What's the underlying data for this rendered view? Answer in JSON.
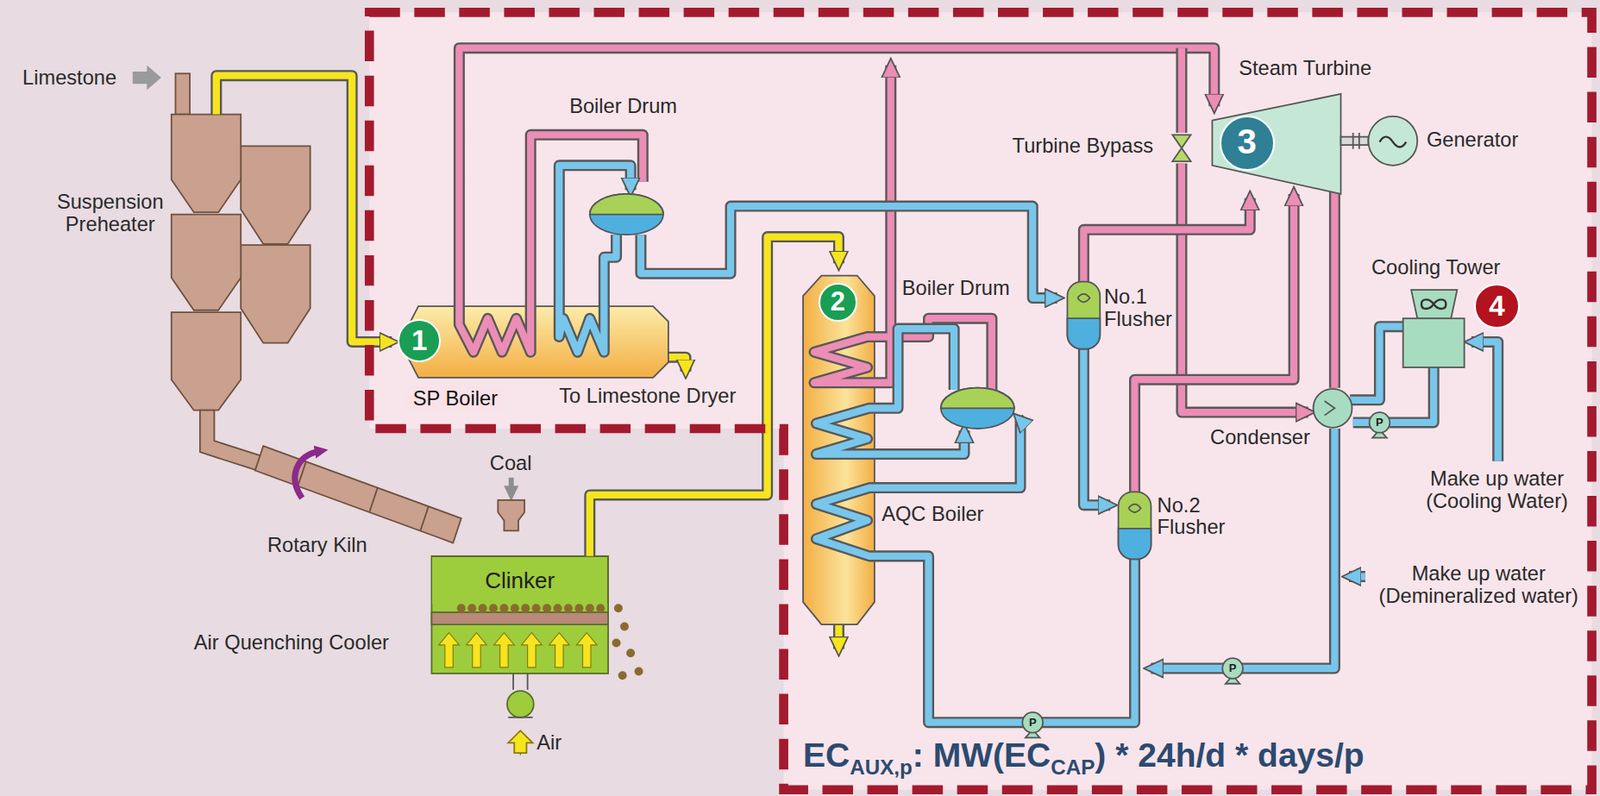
{
  "diagram": {
    "nodes": [
      {
        "text": [
          "1"
        ]
      },
      {
        "text": [
          "SP Boiler"
        ]
      },
      {
        "text": [
          "2"
        ]
      },
      {
        "text": [
          "3"
        ]
      },
      {
        "text": [
          "4"
        ]
      },
      {
        "text": [
          "Clinker"
        ]
      }
    ],
    "labels": [
      "Limestone",
      "Suspension Preheater",
      "Boiler Drum",
      "To Limestone Dryer",
      "Rotary Kiln",
      "Coal",
      "Air Quenching Cooler",
      "Air",
      "Boiler Drum",
      "AQC Boiler",
      "Steam Turbine",
      "Turbine Bypass",
      "Generator",
      "No.1 Flusher",
      "No.2 Flusher",
      "Cooling Tower",
      "Condenser",
      "Make up water (Cooling Water)",
      "Make up water (Demineralized water)",
      "P",
      "P",
      "P",
      "EC",
      "AUX,p",
      ": MW(EC",
      "CAP",
      ") * 24h/d * days/p"
    ]
  }
}
